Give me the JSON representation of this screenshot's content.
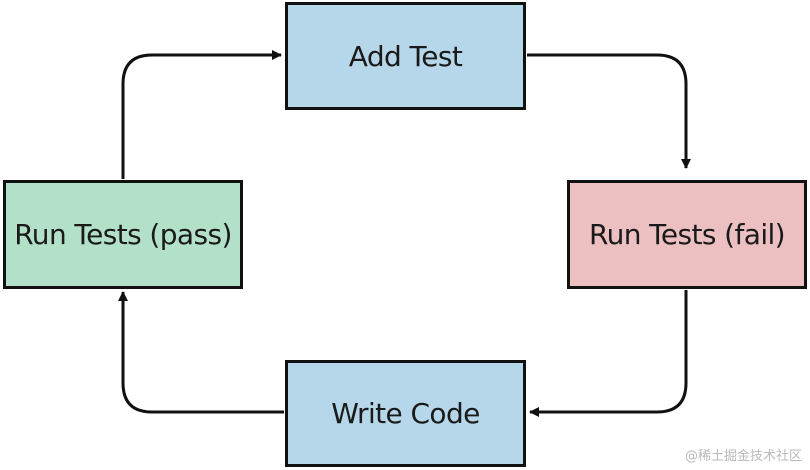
{
  "diagram": {
    "nodes": [
      {
        "id": "add",
        "label": "Add Test",
        "fill": "#b6d7ea"
      },
      {
        "id": "fail",
        "label": "Run Tests (fail)",
        "fill": "#ecbfc1"
      },
      {
        "id": "write",
        "label": "Write Code",
        "fill": "#b6d7ea"
      },
      {
        "id": "pass",
        "label": "Run Tests (pass)",
        "fill": "#b2e0c8"
      }
    ],
    "edges": [
      {
        "from": "add",
        "to": "fail"
      },
      {
        "from": "fail",
        "to": "write"
      },
      {
        "from": "write",
        "to": "pass"
      },
      {
        "from": "pass",
        "to": "add"
      }
    ]
  },
  "watermark": "@稀土掘金技术社区"
}
